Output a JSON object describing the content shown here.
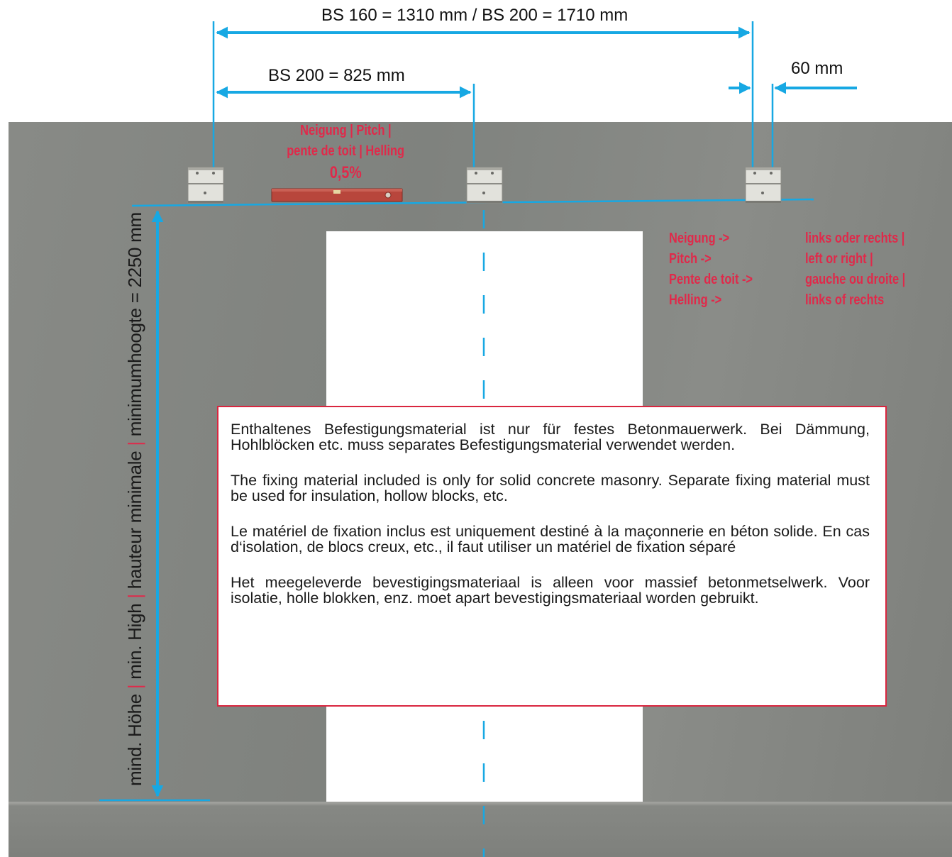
{
  "dimensions": {
    "top_width": "BS 160 = 1310 mm  /  BS 200 = 1710 mm",
    "center_offset": "BS 200 = 825 mm",
    "bracket_gap": "60 mm"
  },
  "pitch": {
    "line1": "Neigung | Pitch |",
    "line2": "pente de toit | Helling",
    "value": "0,5%"
  },
  "direction": {
    "labels": [
      "Neigung ->",
      "Pitch ->",
      "Pente de toit ->",
      "Helling ->"
    ],
    "options": [
      "links oder rechts |",
      "left or right |",
      "gauche ou droite |",
      "links of rechts"
    ]
  },
  "height": {
    "parts": [
      "mind. Höhe",
      "min. High",
      "hauteur minimale",
      "minimumhoogte = 2250 mm"
    ],
    "separator": "|"
  },
  "notice": {
    "de": "Enthaltenes Befestigungsmaterial ist nur für festes Betonmauerwerk. Bei Dämmung, Hohlblöcken etc. muss separates Befestigungsmaterial verwendet werden.",
    "en": "The fixing material included is only for solid concrete masonry. Separate fixing material must be used for insulation, hollow blocks, etc.",
    "fr": "Le matériel de fixation inclus est uniquement destiné à la maçonnerie en béton solide. En cas d‘isolation, de blocs creux, etc., il faut utiliser un matériel de fixation séparé",
    "nl": "Het meegeleverde bevestigingsmateriaal is alleen voor massief betonmetselwerk. Voor isolatie, holle blokken, enz. moet apart bevestigingsmateriaal worden gebruikt."
  },
  "colors": {
    "dimension_line": "#17a8e3",
    "accent_red": "#e0294a",
    "wall": "#878985",
    "notice_border": "#d9263f"
  }
}
